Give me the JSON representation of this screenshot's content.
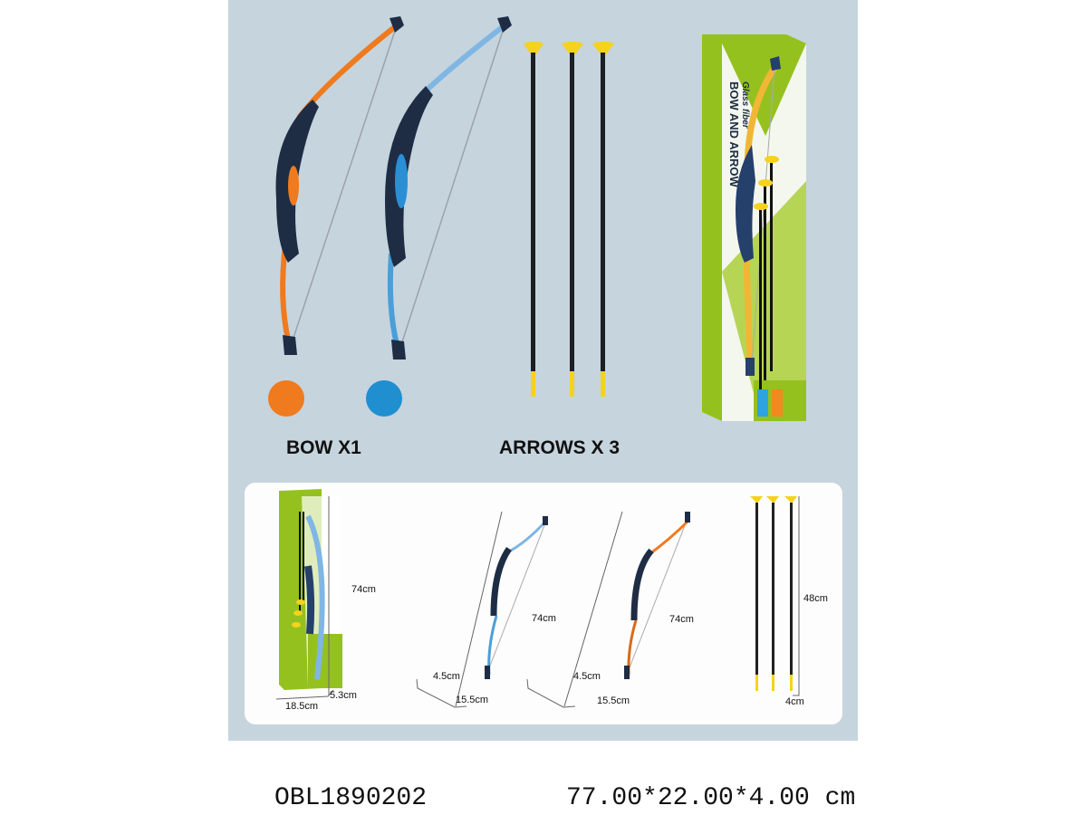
{
  "product": {
    "label_bow": "BOW X1",
    "label_arrows": "ARROWS X 3",
    "color_options": [
      "#f07a1e",
      "#1f8fd0"
    ],
    "box": {
      "subtitle": "Glass fiber",
      "title": "BOW AND ARROW"
    }
  },
  "dimensions": {
    "box_height": "74cm",
    "box_width": "18.5cm",
    "box_depth": "5.3cm",
    "blue_bow_height": "74cm",
    "blue_bow_depth": "4.5cm",
    "blue_bow_width": "15.5cm",
    "orange_bow_height": "74cm",
    "orange_bow_depth": "4.5cm",
    "orange_bow_width": "15.5cm",
    "arrow_length": "48cm",
    "arrow_width": "4cm"
  },
  "footer": {
    "item_code": "OBL1890202",
    "package_size": "77.00*22.00*4.00 cm"
  },
  "colors": {
    "panel_bg": "#c6d4dd",
    "orange": "#f07a1e",
    "blue": "#4a9fd8",
    "riser": "#1e2d44",
    "yellow": "#f5d21e",
    "green": "#95c11f"
  }
}
